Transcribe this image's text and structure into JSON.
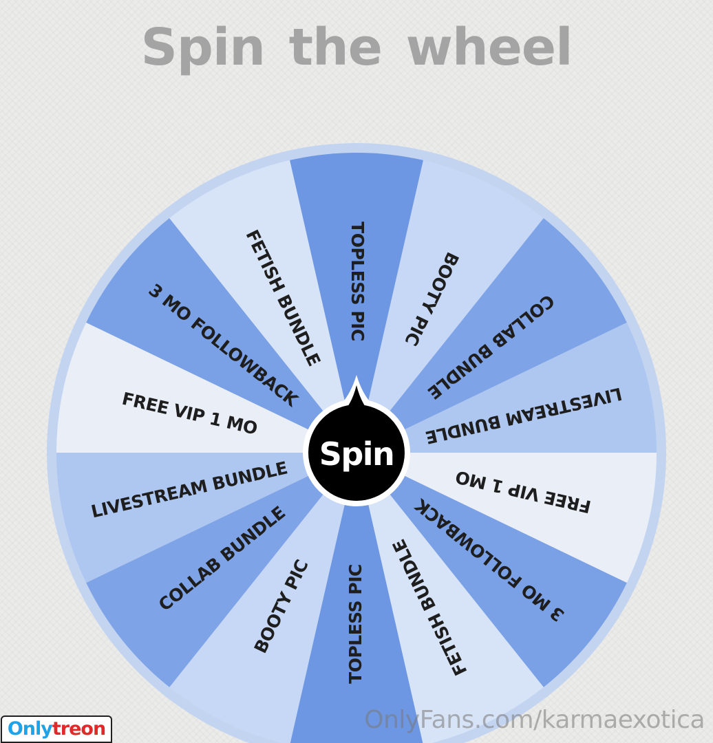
{
  "title": "Spin the wheel",
  "wheel": {
    "segments": [
      {
        "label": "TOPLESS PIC",
        "color": "#6d97e2"
      },
      {
        "label": "BOOTY PIC",
        "color": "#c6d8f6"
      },
      {
        "label": "COLLAB BUNDLE",
        "color": "#7ea3e6"
      },
      {
        "label": "LIVESTREAM BUNDLE",
        "color": "#aec7f1"
      },
      {
        "label": "FREE VIP 1 MO",
        "color": "#e9eef7"
      },
      {
        "label": "3 MO FOLLOWBACK",
        "color": "#7aa0e5"
      },
      {
        "label": "FETISH BUNDLE",
        "color": "#d7e3f6"
      },
      {
        "label": "TOPLESS PIC",
        "color": "#6d97e2"
      },
      {
        "label": "BOOTY PIC",
        "color": "#c6d8f6"
      },
      {
        "label": "COLLAB BUNDLE",
        "color": "#7ea3e6"
      },
      {
        "label": "LIVESTREAM BUNDLE",
        "color": "#aec7f1"
      },
      {
        "label": "FREE VIP 1 MO",
        "color": "#e9eef7"
      },
      {
        "label": "3 MO FOLLOWBACK",
        "color": "#7aa0e5"
      },
      {
        "label": "FETISH BUNDLE",
        "color": "#d7e3f6"
      }
    ],
    "rim_color": "#c3d4f1",
    "spin_button_label": "Spin",
    "spin_button_color": "#000000"
  },
  "watermarks": {
    "left_part1": "Only",
    "left_part2": "treon",
    "right": "OnlyFans.com/karmaexotica"
  }
}
